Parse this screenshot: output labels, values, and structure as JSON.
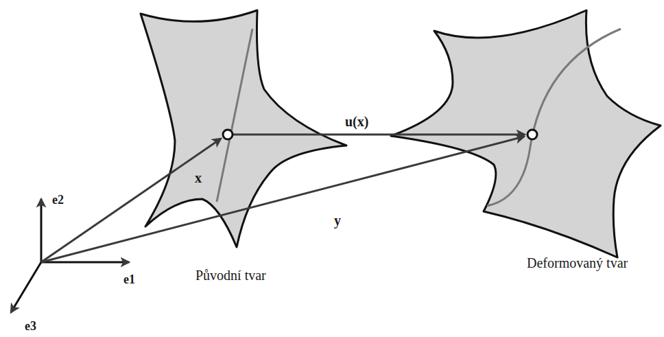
{
  "diagram": {
    "labels": [
      "u(x)",
      "x",
      "y",
      "e2",
      "e1",
      "e3",
      "Původní tvar",
      "Deformovaný tvar"
    ]
  }
}
